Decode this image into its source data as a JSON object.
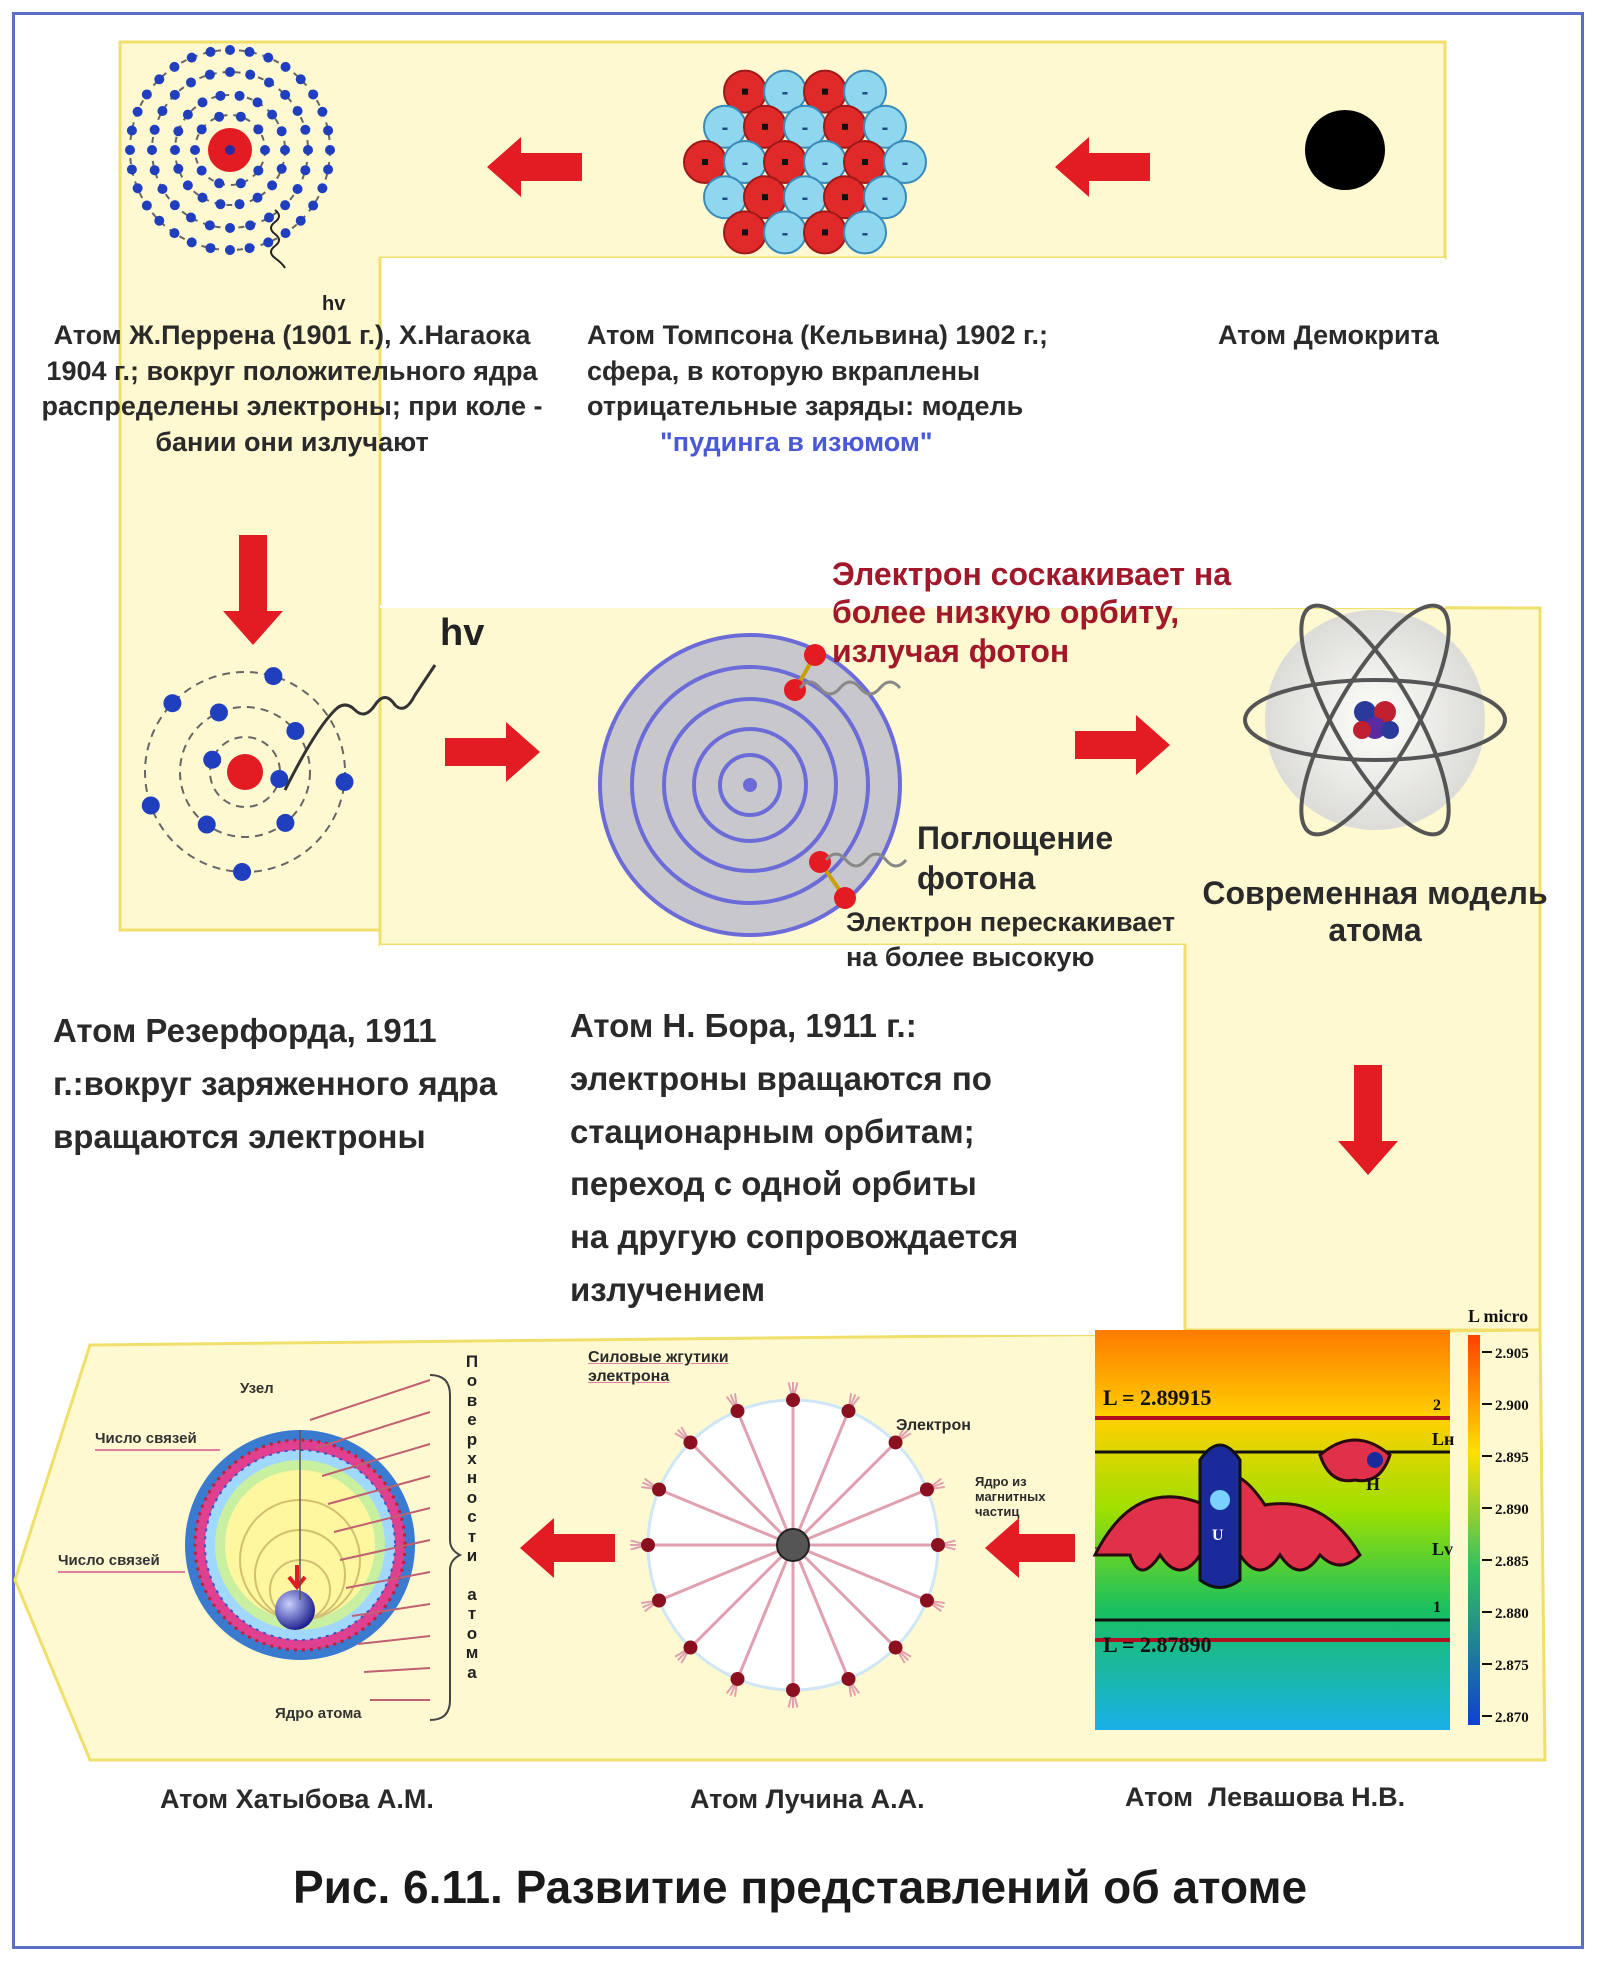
{
  "caption": "Рис. 6.11. Развитие представлений об атоме",
  "colors": {
    "panel": "#fff9d2",
    "panel_border": "#f0df6a",
    "arrow": "#e31b23",
    "nucleus": "#e31b23",
    "electron": "#1f3fbf",
    "frame": "#5b6fc4"
  },
  "models": {
    "democritus": {
      "label": "Атом Демокрита"
    },
    "thomson": {
      "label": "Атом Томпсона (Кельвина) 1902 г.;\nсфера, в которую вкраплены\nотрицательные заряды: модель",
      "highlight": "\"пудинга в изюмом\"",
      "minus_sign": "-"
    },
    "perrin": {
      "label": "Атом Ж.Перрена (1901 г.), Х.Нагаока\n1904 г.; вокруг положительного ядра\nраспределены электроны; при коле -\nбании они излучают",
      "photon": "hv"
    },
    "rutherford": {
      "label": "Атом Резерфорда, 1911\nг.:вокруг заряженного ядра\nвращаются электроны",
      "photon": "hv"
    },
    "bohr": {
      "label": "Атом Н. Бора, 1911 г.:\nэлектроны вращаются по\nстационарным орбитам;\n переход с одной орбиты\n на другую сопровождается\nизлучением",
      "emission": "Электрон соскакивает на\nболее низкую орбиту,\n излучая фотон",
      "absorption_title": "Поглощение\nфотона",
      "absorption_note": "Электрон перескакивает\nна более высокую"
    },
    "modern": {
      "label": "Современная модель\nатома"
    },
    "levashov": {
      "label": "Атом  Левашова Н.В.",
      "axis_title": "L micro",
      "level_top": "L = 2.89915",
      "level_bottom": "L = 2.87890",
      "level_top_num": "2",
      "level_bottom_num": "1",
      "mark_n": "Lн",
      "mark_v": "Lv",
      "mark_h": "H",
      "mark_u": "U",
      "scale_ticks": [
        "2.905",
        "2.900",
        "2.895",
        "2.890",
        "2.885",
        "2.880",
        "2.875",
        "2.870"
      ]
    },
    "luchin": {
      "label": "Атом Лучина А.А.",
      "callout_tubes": "Силовые жгутики\nэлектрона",
      "callout_electron": "Электрон",
      "callout_nucleus": "Ядро из\nмагнитных\nчастиц"
    },
    "khatybov": {
      "label": "Атом Хатыбова А.М.",
      "callout_node": "Узел",
      "callout_links_1": "Число связей",
      "callout_links_2": "Число связей",
      "callout_nucleus": "Ядро атома",
      "surface_vertical": "П\nо\nв\nе\nр\nх\nн\nо\nс\nт\nи\n \nа\nт\nо\nм\nа"
    }
  }
}
